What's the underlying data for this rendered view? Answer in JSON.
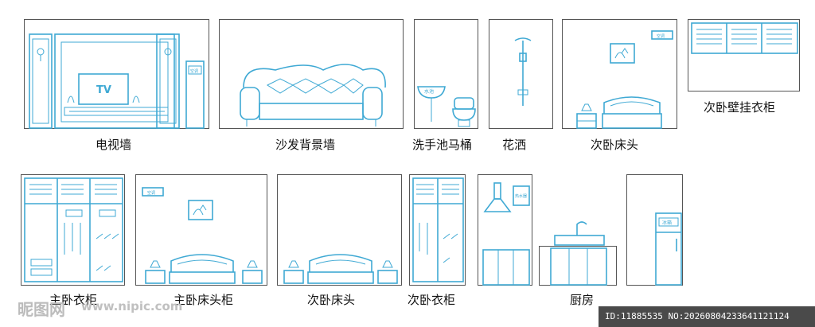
{
  "captions": {
    "tv_wall": "电视墙",
    "sofa_wall": "沙发背景墙",
    "basin_toilet": "洗手池马桶",
    "shower": "花洒",
    "guest_bed_top": "次卧床头",
    "guest_wall_wardrobe": "次卧壁挂衣柜",
    "master_wardrobe": "主卧衣柜",
    "master_bed": "主卧床头柜",
    "guest_bed_bottom": "次卧床头",
    "guest_wardrobe": "次卧衣柜",
    "kitchen": "厨房"
  },
  "labels": {
    "tv": "TV",
    "basin": "水池",
    "ac": "空调",
    "fridge": "冰箱",
    "heater": "热水器"
  },
  "watermark": {
    "site_cn": "昵图网",
    "site_url": "www.nipic.com",
    "id_text": "ID:11885535 NO:20260804233641121124"
  },
  "colors": {
    "line": "#3fa9d4",
    "frame": "#555555"
  }
}
